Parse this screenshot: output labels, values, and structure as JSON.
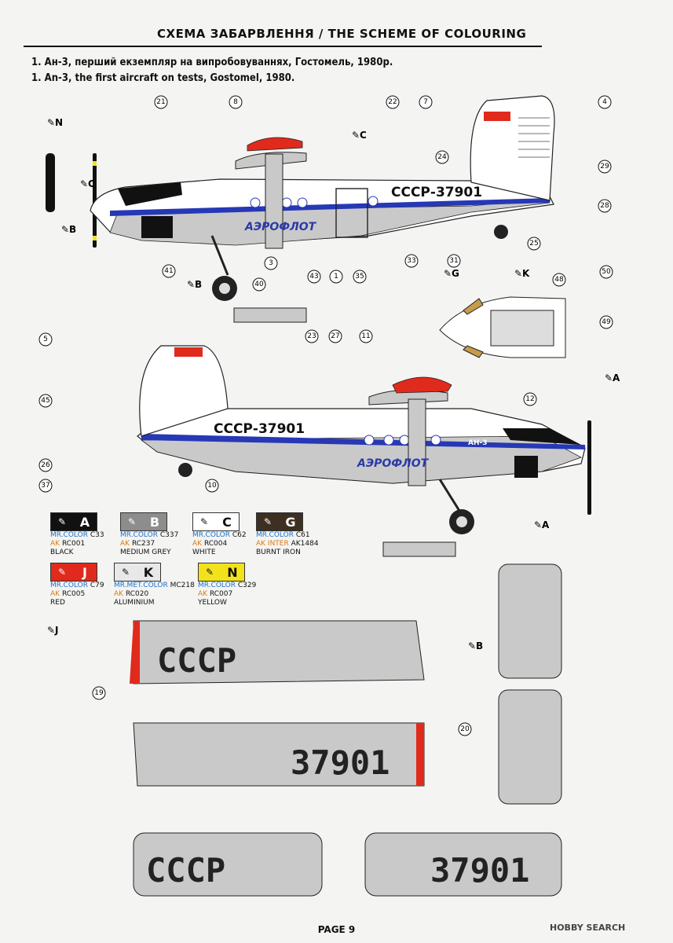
{
  "header": {
    "title": "СХЕМА ЗАБАРВЛЕННЯ / THE SCHEME OF COLOURING"
  },
  "variant": {
    "uk": "1. Ан-3, перший екземпляр на випробовуваннях, Гостомель, 1980р.",
    "en": "1. An-3, the first aircraft on tests, Gostomel, 1980."
  },
  "aircraft": {
    "registration": "СССР-37901",
    "airline": "АЭРОФЛОТ",
    "type_badge": "АН-3",
    "wing_upper": "СССР",
    "wing_lower": "37901"
  },
  "callouts": [
    "21",
    "8",
    "22",
    "7",
    "4",
    "29",
    "28",
    "25",
    "24",
    "31",
    "33",
    "35",
    "1",
    "3",
    "40",
    "41",
    "43",
    "48",
    "50",
    "49",
    "5",
    "23",
    "27",
    "11",
    "12",
    "45",
    "26",
    "10",
    "37",
    "19",
    "20"
  ],
  "paint_letters": [
    "A",
    "B",
    "C",
    "G",
    "J",
    "K",
    "N"
  ],
  "paints": [
    {
      "letter": "A",
      "line1": "MR.COLOR",
      "code1": "C33",
      "line2": "AK",
      "code2": "RC001",
      "name": "BLACK",
      "swatch": "#111111",
      "text": "#ffffff"
    },
    {
      "letter": "B",
      "line1": "MR.COLOR",
      "code1": "C337",
      "line2": "AK",
      "code2": "RC237",
      "name": "MEDIUM GREY",
      "swatch": "#8d8d8d",
      "text": "#ffffff"
    },
    {
      "letter": "C",
      "line1": "MR.COLOR",
      "code1": "C62",
      "line2": "AK",
      "code2": "RC004",
      "name": "WHITE",
      "swatch": "#ffffff",
      "text": "#111111"
    },
    {
      "letter": "G",
      "line1": "MR.COLOR",
      "code1": "C61",
      "line2": "AK INTER",
      "code2": "AK1484",
      "name": "BURNT IRON",
      "swatch": "#3d3021",
      "text": "#ffffff"
    },
    {
      "letter": "J",
      "line1": "MR.COLOR",
      "code1": "C79",
      "line2": "AK",
      "code2": "RC005",
      "name": "RED",
      "swatch": "#e02a1c",
      "text": "#ffffff"
    },
    {
      "letter": "K",
      "line1": "MR.MET.COLOR",
      "code1": "MC218",
      "line2": "AK",
      "code2": "RC020",
      "name": "ALUMINIUM",
      "swatch": "#e8e8e8",
      "text": "#111111"
    },
    {
      "letter": "N",
      "line1": "MR.COLOR",
      "code1": "C329",
      "line2": "AK",
      "code2": "RC007",
      "name": "YELLOW",
      "swatch": "#f2e21b",
      "text": "#111111"
    }
  ],
  "footer": {
    "page": "PAGE 9",
    "watermark": "HOBBY SEARCH"
  },
  "colors": {
    "blue_stripe": "#2638b5",
    "fuselage_grey": "#c9c9c9",
    "red": "#e02a1c"
  }
}
